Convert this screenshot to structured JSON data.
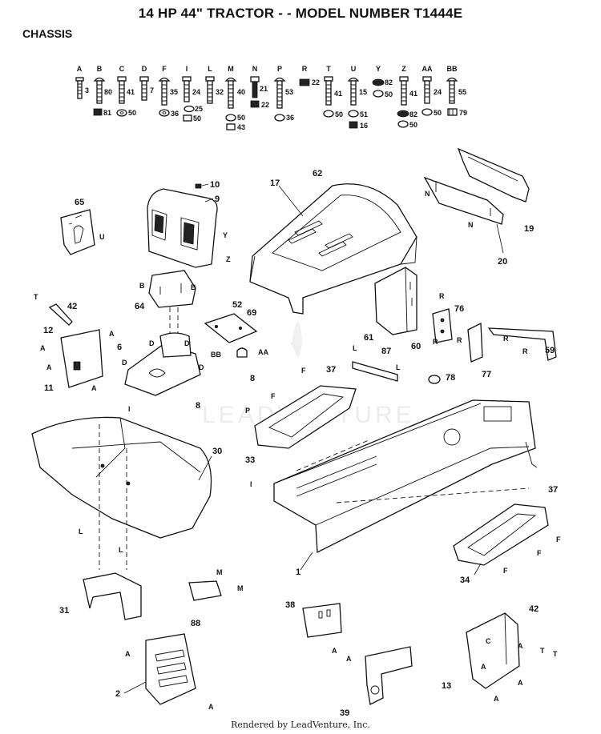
{
  "header": {
    "title": "14 HP 44\" TRACTOR - - MODEL NUMBER T1444E",
    "section": "CHASSIS"
  },
  "hardware": [
    {
      "letter": "A",
      "nums": [
        "3"
      ]
    },
    {
      "letter": "B",
      "nums": [
        "80",
        "81"
      ]
    },
    {
      "letter": "C",
      "nums": [
        "41",
        "50"
      ]
    },
    {
      "letter": "D",
      "nums": [
        "7"
      ]
    },
    {
      "letter": "F",
      "nums": [
        "35",
        "36"
      ]
    },
    {
      "letter": "I",
      "nums": [
        "24",
        "25",
        "50"
      ]
    },
    {
      "letter": "L",
      "nums": [
        "32"
      ]
    },
    {
      "letter": "M",
      "nums": [
        "40",
        "50",
        "43"
      ]
    },
    {
      "letter": "N",
      "nums": [
        "21",
        "22"
      ]
    },
    {
      "letter": "P",
      "nums": [
        "53",
        "36"
      ]
    },
    {
      "letter": "R",
      "nums": [
        "22"
      ]
    },
    {
      "letter": "T",
      "nums": [
        "41",
        "50"
      ]
    },
    {
      "letter": "U",
      "nums": [
        "15",
        "51",
        "16"
      ]
    },
    {
      "letter": "Y",
      "nums": [
        "82",
        "50"
      ]
    },
    {
      "letter": "Z",
      "nums": [
        "41",
        "82",
        "50"
      ]
    },
    {
      "letter": "AA",
      "nums": [
        "24",
        "50"
      ]
    },
    {
      "letter": "BB",
      "nums": [
        "55",
        "79"
      ]
    }
  ],
  "callouts": [
    "1",
    "2",
    "6",
    "8",
    "9",
    "10",
    "11",
    "12",
    "13",
    "17",
    "19",
    "20",
    "30",
    "31",
    "33",
    "34",
    "37",
    "38",
    "39",
    "42",
    "52",
    "59",
    "60",
    "61",
    "62",
    "64",
    "65",
    "69",
    "76",
    "77",
    "78",
    "87",
    "88"
  ],
  "refs": [
    "A",
    "B",
    "C",
    "D",
    "F",
    "I",
    "L",
    "M",
    "N",
    "P",
    "R",
    "T",
    "U",
    "Y",
    "Z",
    "AA",
    "BB"
  ],
  "watermark": "LEADVENTURE",
  "footer": "Rendered by LeadVenture, Inc."
}
